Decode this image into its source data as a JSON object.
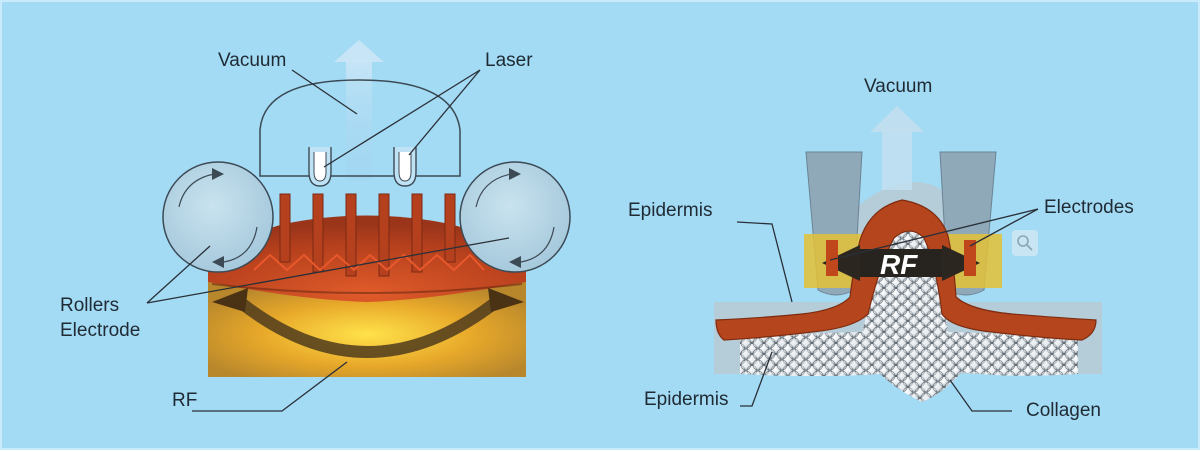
{
  "left_diagram": {
    "labels": {
      "vacuum": "Vacuum",
      "laser": "Laser",
      "rollers_line1": "Rollers",
      "rollers_line2": "Electrode",
      "rf": "RF"
    }
  },
  "right_diagram": {
    "labels": {
      "vacuum": "Vacuum",
      "epidermis_top": "Epidermis",
      "electrodes": "Electrodes",
      "rf_center": "RF",
      "epidermis_bottom": "Epidermis",
      "collagen": "Collagen"
    }
  },
  "icons": {
    "zoom": "magnifier-icon"
  }
}
